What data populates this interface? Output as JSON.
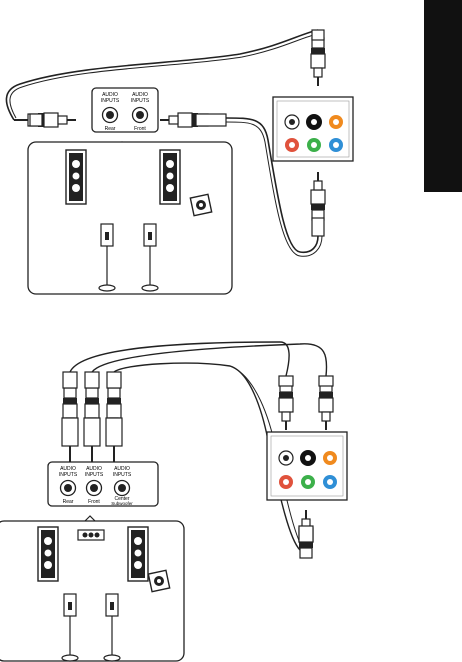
{
  "side_tab": {
    "color": "#111111"
  },
  "colors": {
    "cable": "#222222",
    "black_jack": "#111111",
    "orange_jack": "#f08a1e",
    "red_jack": "#e0523c",
    "green_jack": "#3cb04a",
    "blue_jack": "#2f8fd6",
    "panel_border": "#333333"
  },
  "diagram_top": {
    "jack_box": {
      "labels": [
        {
          "line1": "AUDIO",
          "line2": "INPUTS",
          "caption": "Rear"
        },
        {
          "line1": "AUDIO",
          "line2": "INPUTS",
          "caption": "Front"
        }
      ]
    },
    "speaker_box_icons": [
      "tower-speaker-icon",
      "tower-speaker-icon",
      "subwoofer-icon",
      "satellite-speaker-icon",
      "satellite-speaker-icon"
    ]
  },
  "diagram_bottom": {
    "jack_box": {
      "labels": [
        {
          "line1": "AUDIO",
          "line2": "INPUTS",
          "caption": "Rear"
        },
        {
          "line1": "AUDIO",
          "line2": "INPUTS",
          "caption": "Front"
        },
        {
          "line1": "AUDIO",
          "line2": "INPUTS",
          "caption": "Center",
          "caption2": "Subwoofer"
        }
      ]
    },
    "speaker_box_icons": [
      "tower-speaker-icon",
      "tower-speaker-icon",
      "subwoofer-icon",
      "center-speaker-icon",
      "satellite-speaker-icon",
      "satellite-speaker-icon"
    ]
  }
}
